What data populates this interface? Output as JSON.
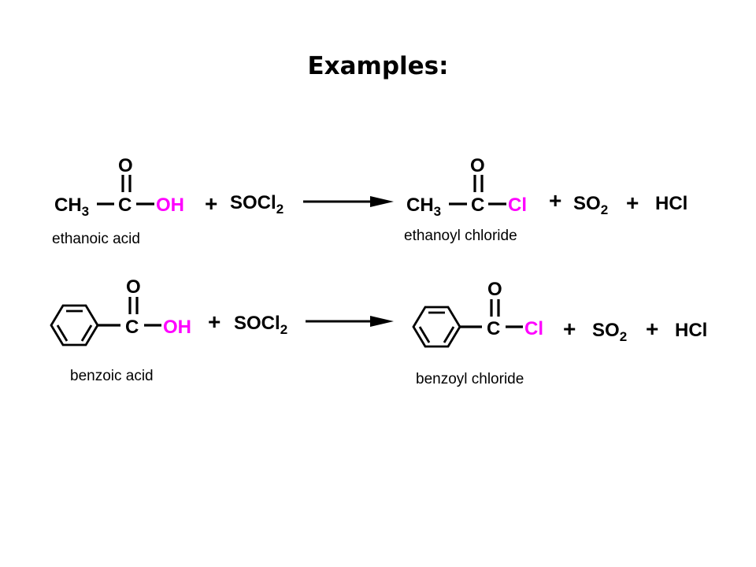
{
  "title": "Examples:",
  "colors": {
    "highlight": "#ff00ff",
    "text": "#000000",
    "background": "#ffffff"
  },
  "reactions": [
    {
      "reactant": {
        "group": "CH",
        "group_sub": "3",
        "carbon": "C",
        "oxygen": "O",
        "leaving": "OH",
        "name": "ethanoic acid"
      },
      "reagent": {
        "main": "SOCl",
        "sub": "2"
      },
      "product": {
        "group": "CH",
        "group_sub": "3",
        "carbon": "C",
        "oxygen": "O",
        "leaving": "Cl",
        "name": "ethanoyl chloride"
      },
      "byproducts": [
        {
          "main": "SO",
          "sub": "2"
        },
        {
          "main": "HCl",
          "sub": ""
        }
      ],
      "plus": "+"
    },
    {
      "reactant": {
        "carbon": "C",
        "oxygen": "O",
        "leaving": "OH",
        "name": "benzoic acid"
      },
      "reagent": {
        "main": "SOCl",
        "sub": "2"
      },
      "product": {
        "carbon": "C",
        "oxygen": "O",
        "leaving": "Cl",
        "name": "benzoyl chloride"
      },
      "byproducts": [
        {
          "main": "SO",
          "sub": "2"
        },
        {
          "main": "HCl",
          "sub": ""
        }
      ],
      "plus": "+"
    }
  ]
}
